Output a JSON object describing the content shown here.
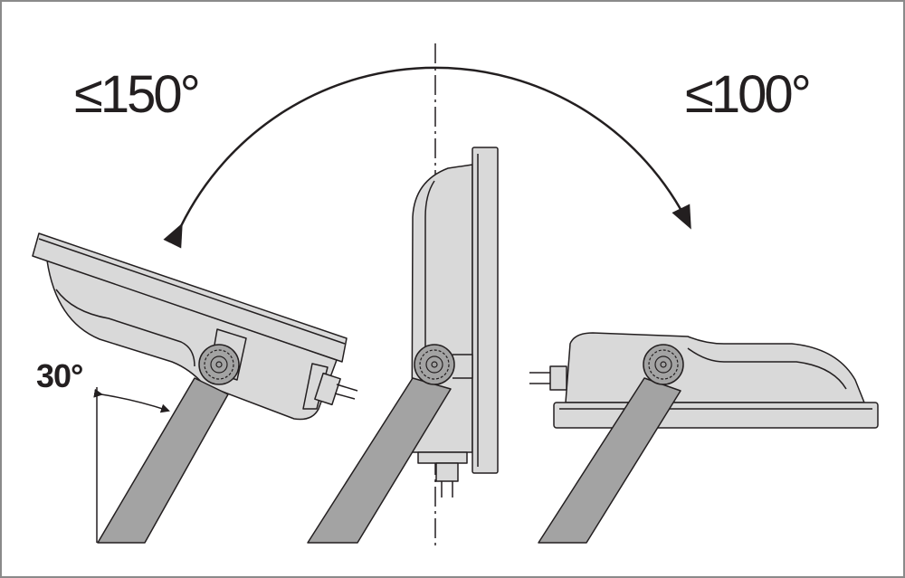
{
  "labels": {
    "left_angle": "≤150°",
    "right_angle": "≤100°",
    "tilt_angle": "30°"
  },
  "colors": {
    "housing": "#d9d9d9",
    "arm": "#a3a3a3",
    "line": "#231f20",
    "border": "#8a8a8a"
  }
}
